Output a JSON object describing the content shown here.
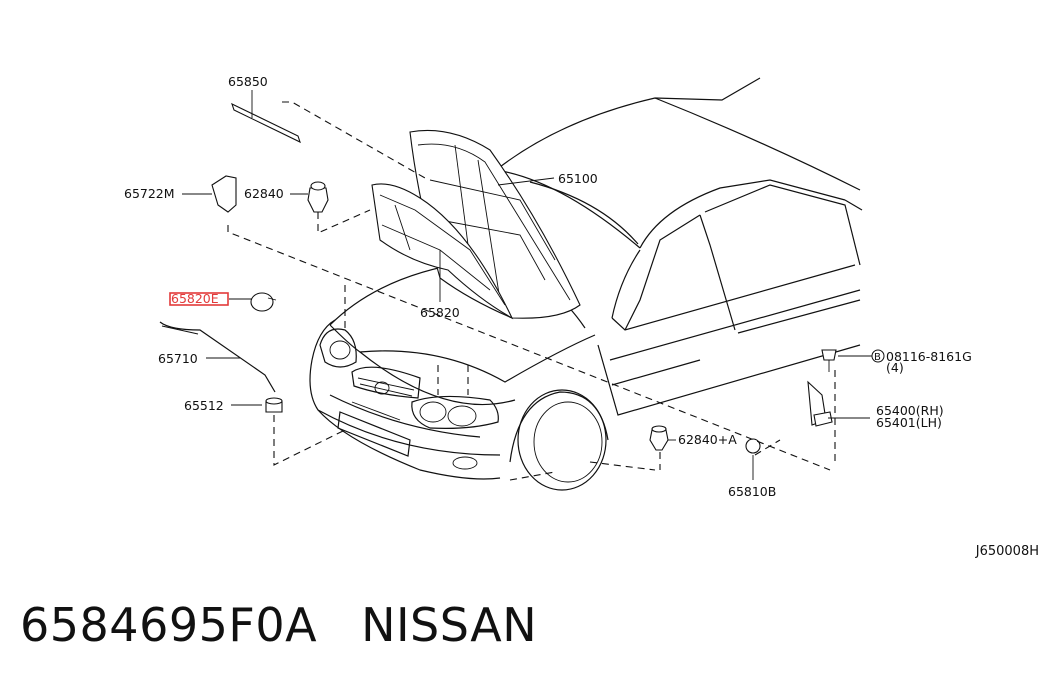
{
  "diagram": {
    "ref_code": "J650008H",
    "highlight_color": "#e23a3a",
    "labels": {
      "p65850": "65850",
      "p65722m": "65722M",
      "p62840": "62840",
      "p65100": "65100",
      "p65820e": "65820E",
      "p65820": "65820",
      "p65710": "65710",
      "p65512": "65512",
      "p08116": "08116-8161G",
      "p08116_qty": "(4)",
      "p08116_prefix": "B",
      "p65400": "65400(RH)",
      "p65401": "65401(LH)",
      "p62840a": "62840+A",
      "p65810b": "65810B"
    }
  },
  "footer": {
    "part_number": "6584695F0A",
    "brand": "NISSAN"
  }
}
